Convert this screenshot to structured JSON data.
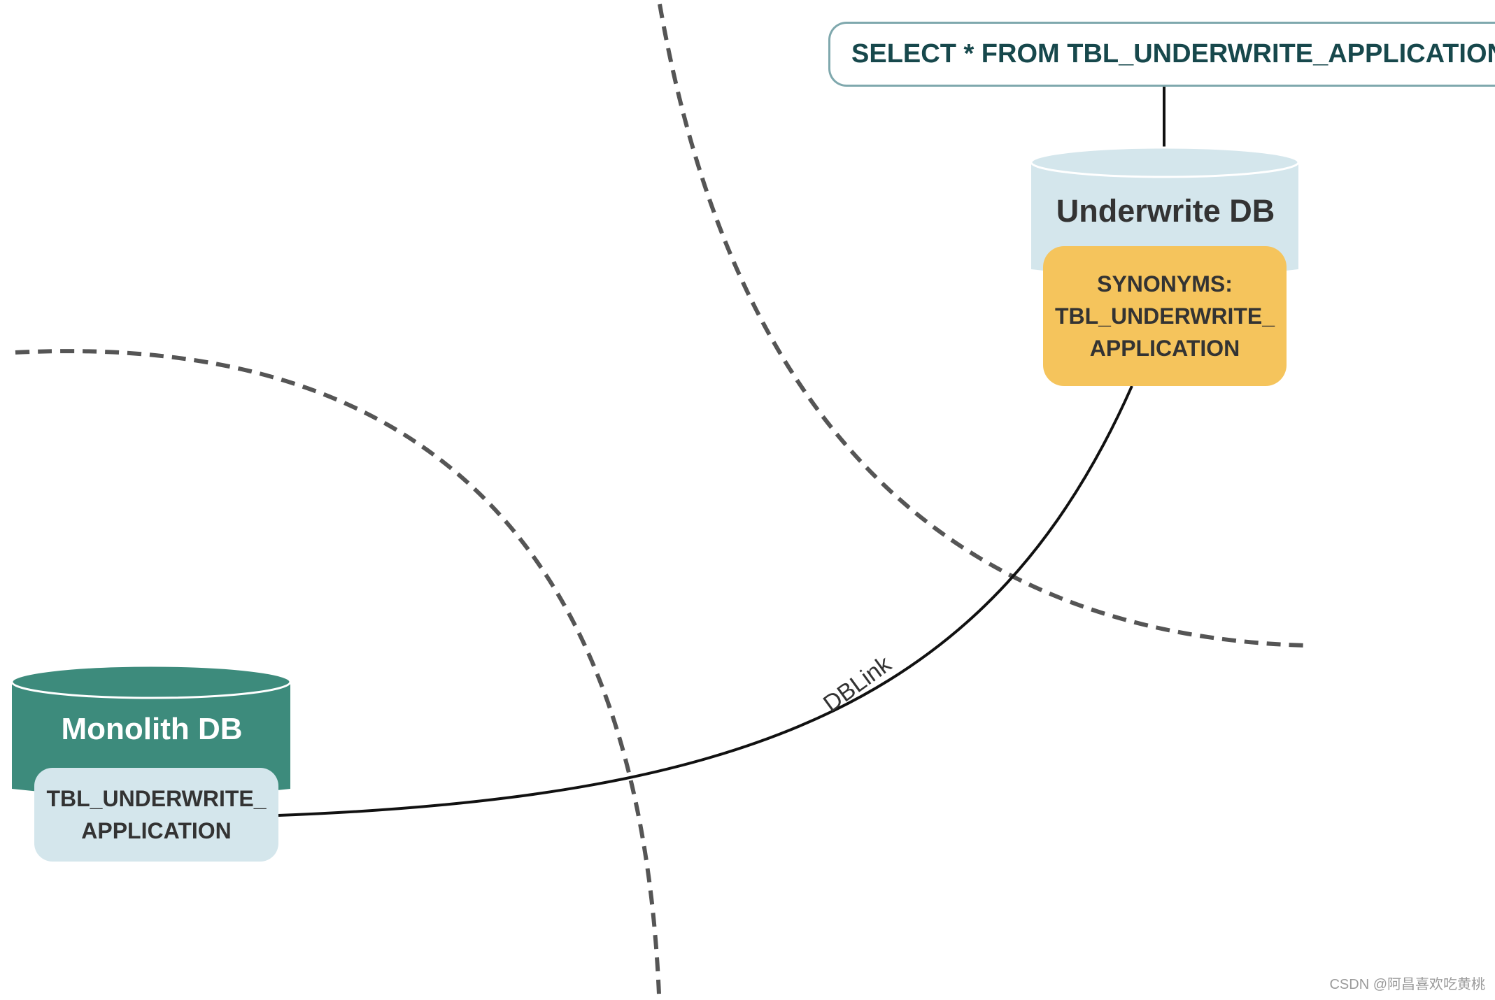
{
  "query": {
    "text": "SELECT * FROM TBL_UNDERWRITE_APPLICATION"
  },
  "underwrite_db": {
    "title": "Underwrite DB",
    "synonym_lines": [
      "SYNONYMS:",
      "TBL_UNDERWRITE_",
      "APPLICATION"
    ]
  },
  "monolith_db": {
    "title": "Monolith DB",
    "table_lines": [
      "TBL_UNDERWRITE_",
      "APPLICATION"
    ]
  },
  "connection": {
    "label": "DBLink"
  },
  "watermark": "CSDN @阿昌喜欢吃黄桃",
  "colors": {
    "underwrite_db_fill": "#d4e6ec",
    "monolith_db_fill": "#3d8b7c",
    "synonym_fill": "#f5c45c",
    "query_border": "#7fa8ad",
    "query_text": "#17484c",
    "boundary_dash": "#555555"
  }
}
